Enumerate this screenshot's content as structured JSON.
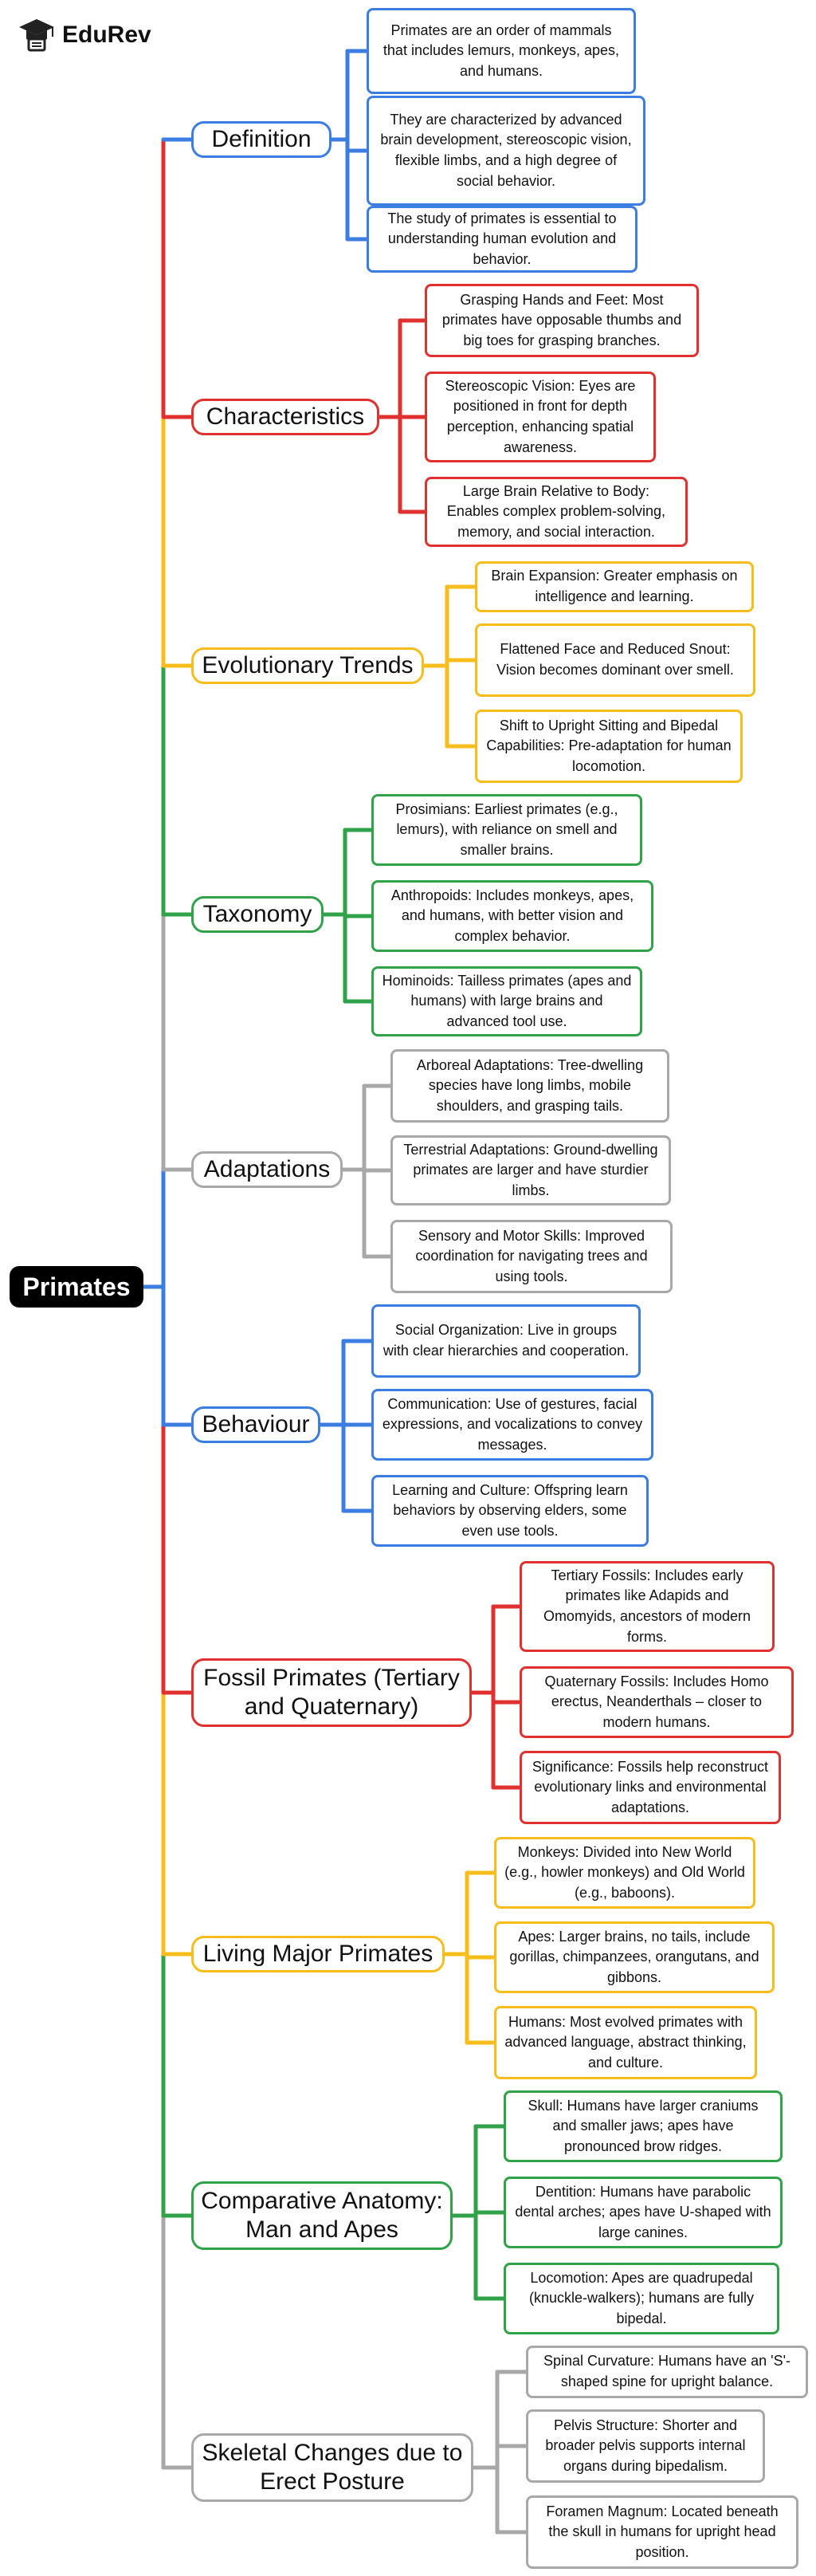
{
  "brand": {
    "name": "EduRev"
  },
  "root": {
    "label": "Primates"
  },
  "branches": [
    {
      "label": "Definition",
      "color": "#3b7de0",
      "leaves": [
        "Primates are an order of mammals that includes lemurs, monkeys, apes, and humans.",
        "They are characterized by advanced brain development, stereoscopic vision, flexible limbs, and a high degree of social behavior.",
        "The study of primates is essential to understanding human evolution and behavior."
      ]
    },
    {
      "label": "Characteristics",
      "color": "#e03131",
      "leaves": [
        "Grasping Hands and Feet: Most primates have opposable thumbs and big toes for grasping branches.",
        "Stereoscopic Vision: Eyes are positioned in front for depth perception, enhancing spatial awareness.",
        "Large Brain Relative to Body: Enables complex problem-solving, memory, and social interaction."
      ]
    },
    {
      "label": "Evolutionary Trends",
      "color": "#f7bd1c",
      "leaves": [
        "Brain Expansion: Greater emphasis on intelligence and learning.",
        "Flattened Face and Reduced Snout: Vision becomes dominant over smell.",
        "Shift to Upright Sitting and Bipedal Capabilities: Pre-adaptation for human locomotion."
      ]
    },
    {
      "label": "Taxonomy",
      "color": "#30a24a",
      "leaves": [
        "Prosimians: Earliest primates (e.g., lemurs), with reliance on smell and smaller brains.",
        "Anthropoids: Includes monkeys, apes, and humans, with better vision and complex behavior.",
        "Hominoids: Tailless primates (apes and humans) with large brains and advanced tool use."
      ]
    },
    {
      "label": "Adaptations",
      "color": "#a8a8a8",
      "leaves": [
        "Arboreal Adaptations: Tree-dwelling species have long limbs, mobile shoulders, and grasping tails.",
        "Terrestrial Adaptations: Ground-dwelling primates are larger and have sturdier limbs.",
        "Sensory and Motor Skills: Improved coordination for navigating trees and using tools."
      ]
    },
    {
      "label": "Behaviour",
      "color": "#3b7de0",
      "leaves": [
        "Social Organization: Live in groups with clear hierarchies and cooperation.",
        "Communication: Use of gestures, facial expressions, and vocalizations to convey messages.",
        "Learning and Culture: Offspring learn behaviors by observing elders, some even use tools."
      ]
    },
    {
      "label": "Fossil Primates (Tertiary and Quaternary)",
      "color": "#e03131",
      "leaves": [
        "Tertiary Fossils: Includes early primates like Adapids and Omomyids, ancestors of modern forms.",
        "Quaternary Fossils: Includes Homo erectus, Neanderthals – closer to modern humans.",
        "Significance: Fossils help reconstruct evolutionary links and environmental adaptations."
      ]
    },
    {
      "label": "Living Major Primates",
      "color": "#f7bd1c",
      "leaves": [
        "Monkeys: Divided into New World (e.g., howler monkeys) and Old World (e.g., baboons).",
        "Apes: Larger brains, no tails, include gorillas, chimpanzees, orangutans, and gibbons.",
        "Humans: Most evolved primates with advanced language, abstract thinking, and culture."
      ]
    },
    {
      "label": "Comparative Anatomy: Man and Apes",
      "color": "#30a24a",
      "leaves": [
        "Skull: Humans have larger craniums and smaller jaws; apes have pronounced brow ridges.",
        "Dentition: Humans have parabolic dental arches; apes have U-shaped with large canines.",
        "Locomotion: Apes are quadrupedal (knuckle-walkers); humans are fully bipedal."
      ]
    },
    {
      "label": "Skeletal Changes due to Erect Posture",
      "color": "#a8a8a8",
      "leaves": [
        "Spinal Curvature: Humans have an 'S'-shaped spine for upright balance.",
        "Pelvis Structure: Shorter and broader pelvis supports internal organs during bipedalism.",
        "Foramen Magnum: Located beneath the skull in humans for upright head position."
      ]
    }
  ]
}
